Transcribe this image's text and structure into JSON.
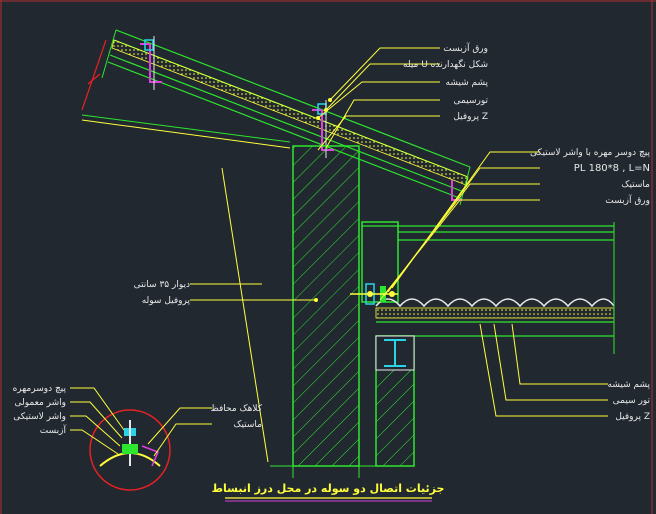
{
  "colors": {
    "background": "#212830",
    "green": "#2ee62e",
    "yellow": "#ffff3c",
    "red": "#e62222",
    "magenta": "#e040e0",
    "cyan": "#29d4e6",
    "white": "#e8e8e8",
    "frame": "#b03030"
  },
  "labels": {
    "roof_sheet": "ورق آزبست",
    "u_bar": "میله U شکل نگهدارنده",
    "glass_wool": "پشم شیشه",
    "wire_mesh": "تورسیمی",
    "z_profile": "پروفیل Z",
    "bolt_rubber_washer": "پیچ دوسر مهره با واشر لاستیکی",
    "plate_spec": "PL 180*8 , L=N",
    "mastic": "ماستیک",
    "asbestos_sheet": "ورق آزبست",
    "wall_35": "دیوار ۳۵ سانتی",
    "roof_profile": "پروفیل سوله",
    "glass_wool_2": "پشم شیشه",
    "wire_mesh_2": "تور سیمی",
    "z_profile_2": "پروفیل Z"
  },
  "detail": {
    "double_nut_bolt": "پیچ دوسرمهره",
    "ordinary_washer": "واشر معمولی",
    "rubber_washer": "واشر لاستیکی",
    "asbestos": "آزبست",
    "protective_cap": "کلاهک محافظ",
    "mastic": "ماستیک"
  },
  "title": "جزئیات اتصال دو سوله در محل درز انبساط"
}
